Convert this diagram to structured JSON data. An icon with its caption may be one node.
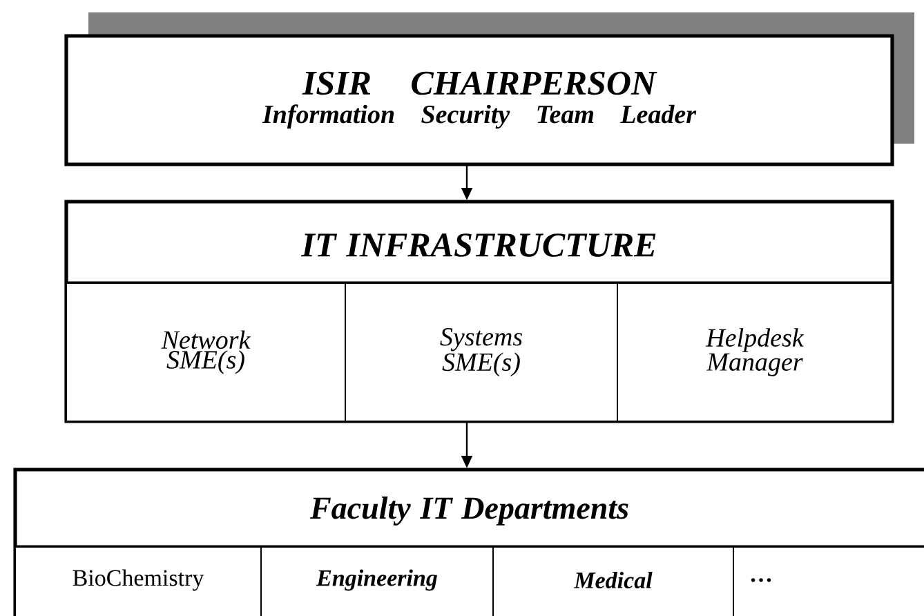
{
  "diagram": {
    "nodes": [
      {
        "text": [
          "ISIR CHAIRPERSON",
          "Information Security Team Leader"
        ]
      },
      {
        "text": [
          "IT INFRASTRUCTURE"
        ]
      },
      {
        "text": [
          "Network SME(s)"
        ],
        "in": 1
      },
      {
        "text": [
          "Systems SME(s)"
        ],
        "in": 1
      },
      {
        "text": [
          "Helpdesk Manager"
        ],
        "in": 1
      },
      {
        "text": [
          "Faculty IT Departments"
        ]
      },
      {
        "text": [
          "BioChemistry"
        ],
        "in": 5
      },
      {
        "text": [
          "Engineering"
        ],
        "in": 5
      },
      {
        "text": [
          "Medical"
        ],
        "in": 5
      },
      {
        "text": [
          "…"
        ],
        "in": 5
      }
    ],
    "edges": [
      {
        "from": 0,
        "to": 1,
        "arrow": "to"
      },
      {
        "from": 1,
        "to": 5,
        "arrow": "to"
      }
    ]
  }
}
